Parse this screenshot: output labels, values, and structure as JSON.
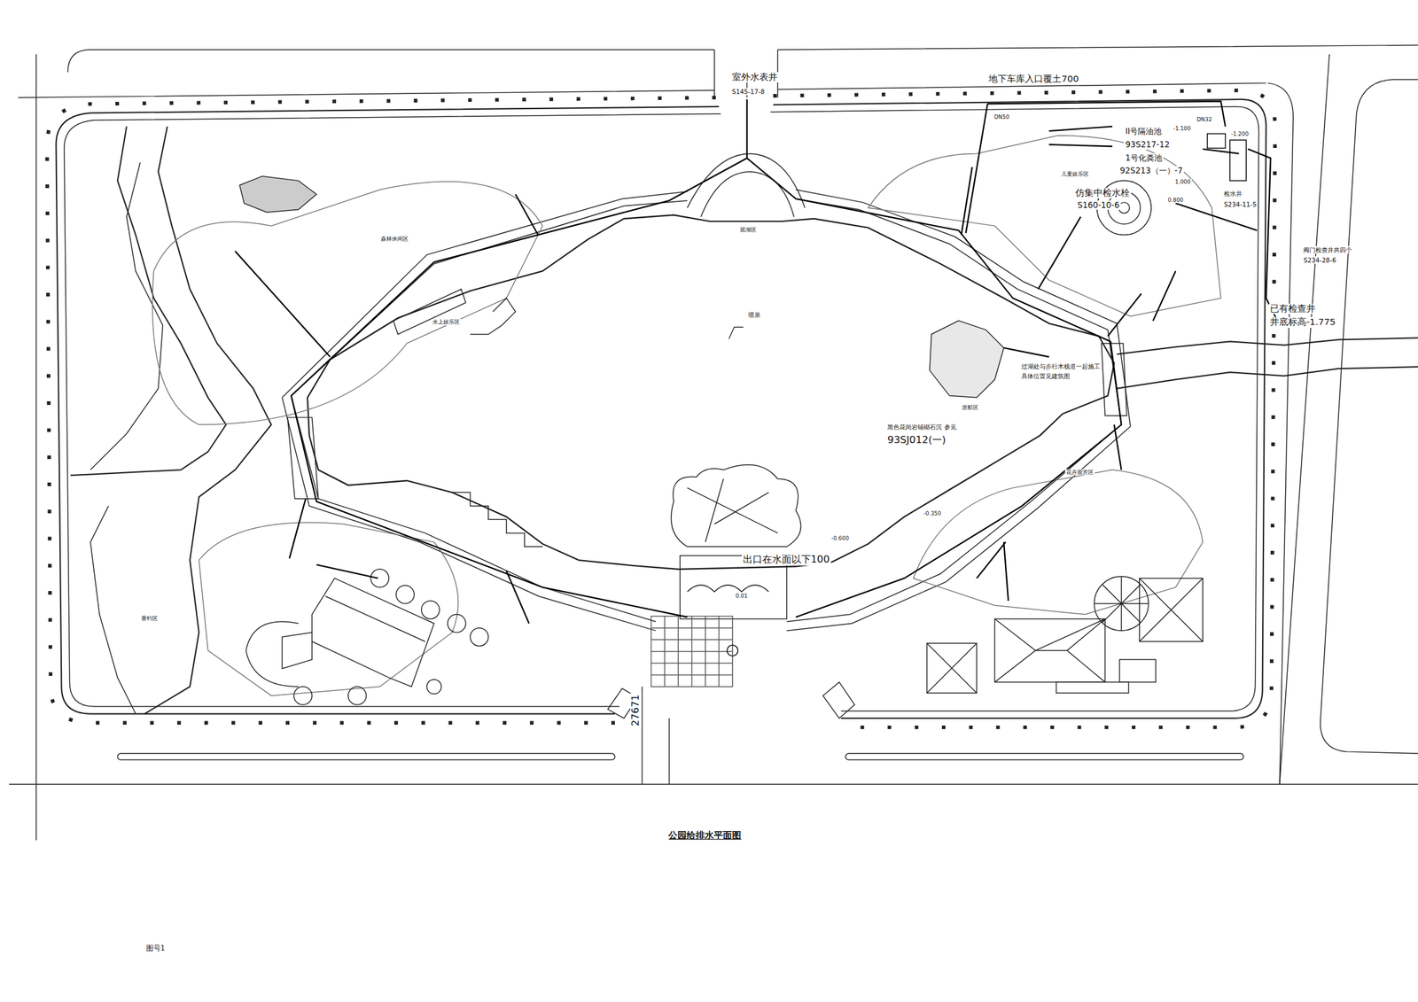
{
  "diagram": {
    "title": "公园给排水平面图",
    "labels": [
      "室外水表井",
      "S145-17-8",
      "地下车库入口覆土700",
      "DN50",
      "II号隔油池",
      "93S217-12",
      "1号化粪池",
      "92S213（一）-7",
      "仿集中检水栓",
      "S160-10-6",
      "儿童娱乐区",
      "检水井",
      "S234-11-5",
      "阀门检查井共四个",
      "S234-28-6",
      "已有检查井",
      "井底标高-1.775",
      "-1.100",
      "-1.200",
      "1.000",
      "0.800",
      "DN32",
      "喷泉",
      "水上娱乐区",
      "森林休闲区",
      "观湖区",
      "游船区",
      "过湖处与步行木栈道一起施工",
      "具体位置见建筑图",
      "黑色花岗岩铺砌石沉  参见",
      "93SJ012(一)",
      "-0.600",
      "-0.350",
      "出口在水面以下100",
      "花卉观赏区",
      "垂钓区",
      "27671",
      "图号1",
      "0.01"
    ]
  }
}
